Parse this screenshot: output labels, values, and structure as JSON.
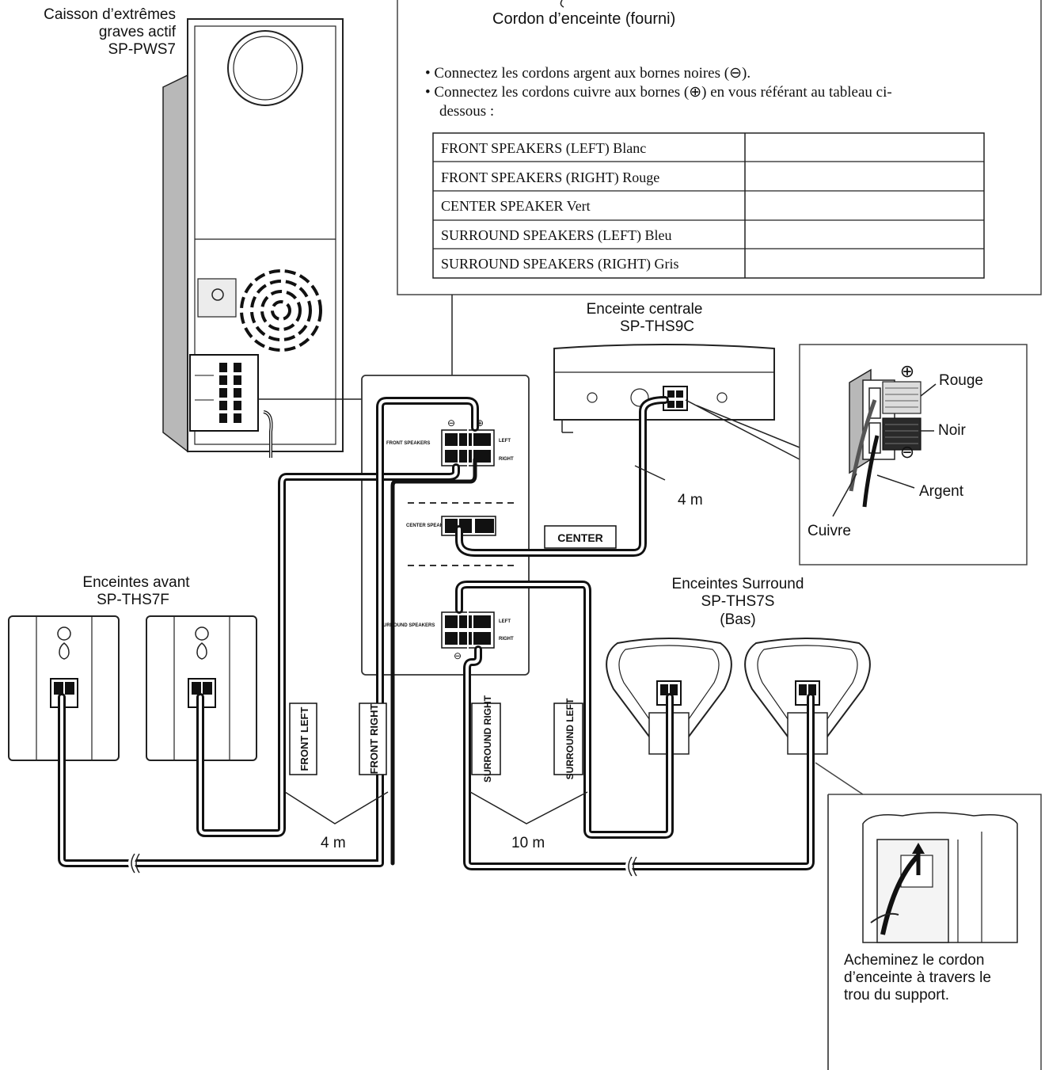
{
  "top_note": {
    "cord_label": "Cordon d’enceinte (fourni)",
    "bullet1": "• Connectez les cordons argent aux bornes noires (⊖).",
    "bullet2": "•  Connectez les cordons cuivre aux bornes (⊕) en vous référant au tableau ci-",
    "bullet2b": "dessous :",
    "table": [
      {
        "label": "FRONT SPEAKERS (LEFT) Blanc",
        "value": ""
      },
      {
        "label": "FRONT SPEAKERS (RIGHT) Rouge",
        "value": ""
      },
      {
        "label": "CENTER SPEAKER Vert",
        "value": ""
      },
      {
        "label": "SURROUND SPEAKERS (LEFT) Bleu",
        "value": ""
      },
      {
        "label": "SURROUND SPEAKERS (RIGHT) Gris",
        "value": ""
      }
    ]
  },
  "subwoofer": {
    "line1": "Caisson d’extrêmes",
    "line2": "graves actif",
    "line3": "SP-PWS7"
  },
  "center": {
    "line1": "Enceinte centrale",
    "line2": "SP-THS9C"
  },
  "front": {
    "line1": "Enceintes avant",
    "line2": "SP-THS7F"
  },
  "surround": {
    "line1": "Enceintes Surround",
    "line2": "SP-THS7S",
    "line3": "(Bas)"
  },
  "terminal_detail": {
    "rouge": "Rouge",
    "noir": "Noir",
    "argent": "Argent",
    "cuivre": "Cuivre",
    "plus": "⊕",
    "minus": "⊖"
  },
  "panel": {
    "front_speakers": "FRONT SPEAKERS",
    "center_speaker": "CENTER SPEAKER",
    "surround_speakers": "SURROUND SPEAKERS",
    "left": "LEFT",
    "right": "RIGHT",
    "plus": "⊕",
    "minus": "⊖"
  },
  "cable_tags": {
    "center": "CENTER",
    "front_left": "FRONT LEFT",
    "front_right": "FRONT RIGHT",
    "surround_right": "SURROUND RIGHT",
    "surround_left": "SURROUND LEFT"
  },
  "lengths": {
    "center": "4 m",
    "front": "4 m",
    "surround": "10 m"
  },
  "bracket_note": {
    "line1": "Acheminez le cordon",
    "line2": "d’enceinte à travers le",
    "line3": "trou du support."
  }
}
